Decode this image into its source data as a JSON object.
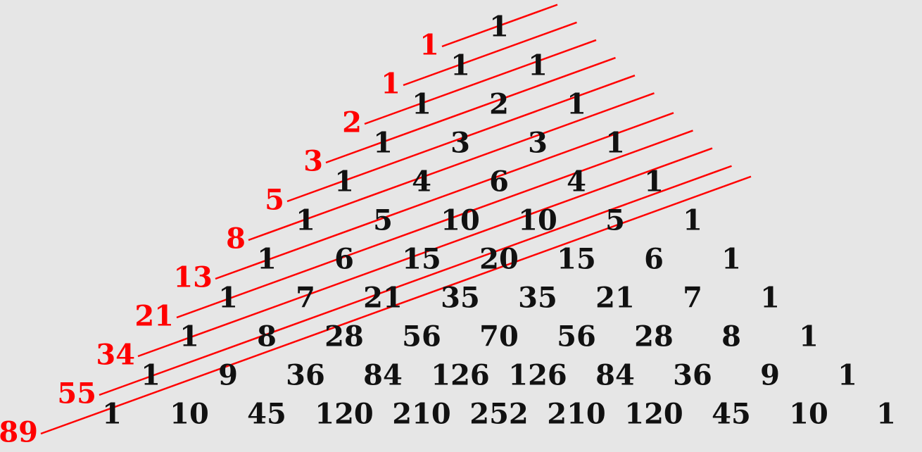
{
  "colors": {
    "background": "#e6e6e6",
    "numbers": "#111111",
    "fibonacci": "#ff0000",
    "diagonal_lines": "#ff0000"
  },
  "pascal_rows": [
    [
      "1"
    ],
    [
      "1",
      "1"
    ],
    [
      "1",
      "2",
      "1"
    ],
    [
      "1",
      "3",
      "3",
      "1"
    ],
    [
      "1",
      "4",
      "6",
      "4",
      "1"
    ],
    [
      "1",
      "5",
      "10",
      "10",
      "5",
      "1"
    ],
    [
      "1",
      "6",
      "15",
      "20",
      "15",
      "6",
      "1"
    ],
    [
      "1",
      "7",
      "21",
      "35",
      "35",
      "21",
      "7",
      "1"
    ],
    [
      "1",
      "8",
      "28",
      "56",
      "70",
      "56",
      "28",
      "8",
      "1"
    ],
    [
      "1",
      "9",
      "36",
      "84",
      "126",
      "126",
      "84",
      "36",
      "9",
      "1"
    ],
    [
      "1",
      "10",
      "45",
      "120",
      "210",
      "252",
      "210",
      "120",
      "45",
      "10",
      "1"
    ]
  ],
  "fibonacci": [
    "1",
    "1",
    "2",
    "3",
    "5",
    "8",
    "13",
    "21",
    "34",
    "55",
    "89"
  ]
}
